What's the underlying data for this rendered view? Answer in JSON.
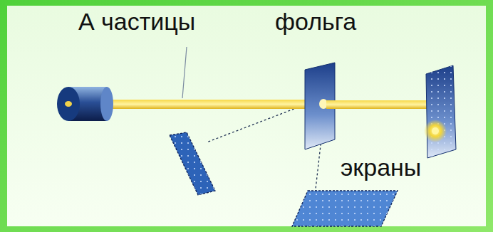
{
  "diagram": {
    "labels": [
      "А частицы",
      "фольга",
      "экраны"
    ]
  }
}
